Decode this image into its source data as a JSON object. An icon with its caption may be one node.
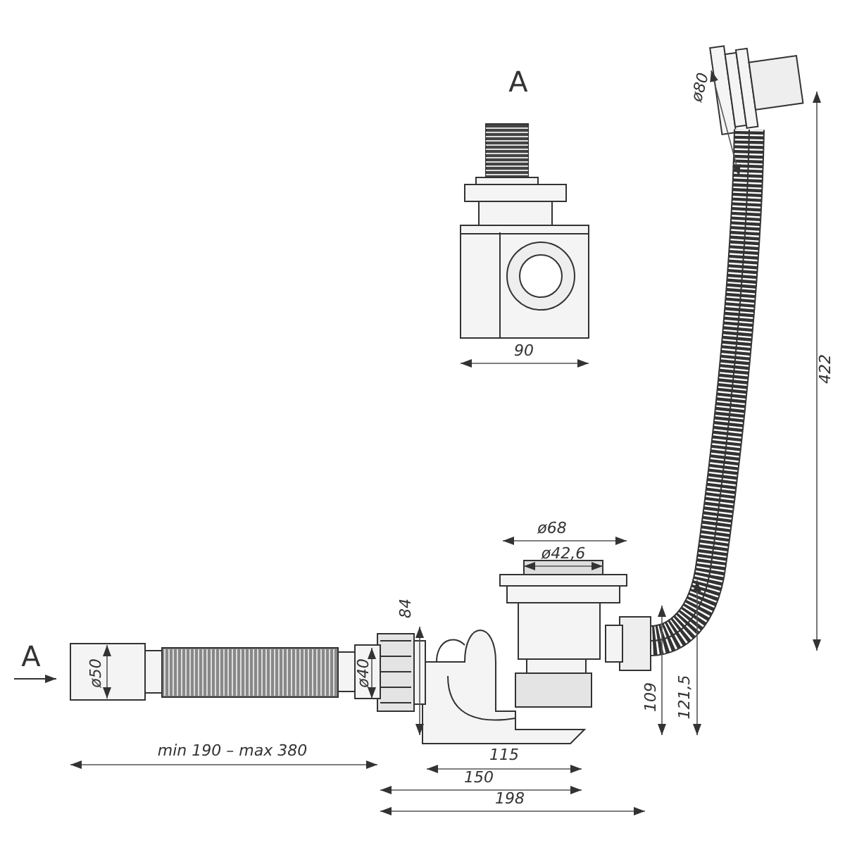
{
  "diagram": {
    "labels": [
      "A",
      "ø80",
      "90",
      "422",
      "ø68",
      "ø42,6",
      "84",
      "A",
      "ø50",
      "ø40",
      "109",
      "121,5",
      "min 190 – max 380",
      "115",
      "150",
      "198"
    ]
  }
}
